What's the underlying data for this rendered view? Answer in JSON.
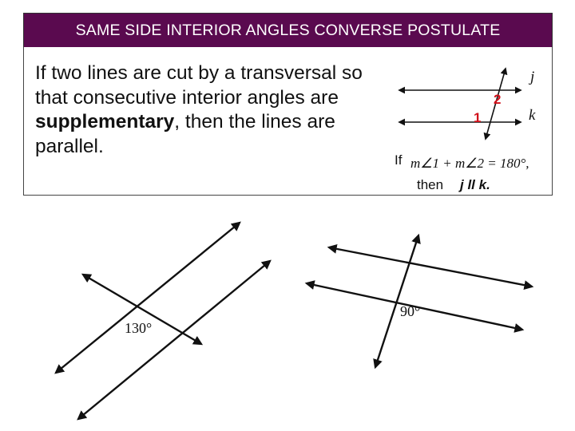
{
  "title": "SAME SIDE INTERIOR ANGLES CONVERSE POSTULATE",
  "statement": {
    "part1": "If two lines are cut by a transversal so that consecutive interior angles are ",
    "bold": "supplementary",
    "part2": ", then the lines are parallel."
  },
  "diagram": {
    "line_j": "j",
    "line_k": "k",
    "angle1": "1",
    "angle2": "2",
    "angle_color": "#d0101a"
  },
  "condition": {
    "if_word": "If",
    "equation": "m∠1 + m∠2 = 180°,",
    "then_word": "then",
    "conclusion": "j ll k."
  },
  "examples": {
    "left_angle": "130°",
    "right_angle": "90°"
  }
}
